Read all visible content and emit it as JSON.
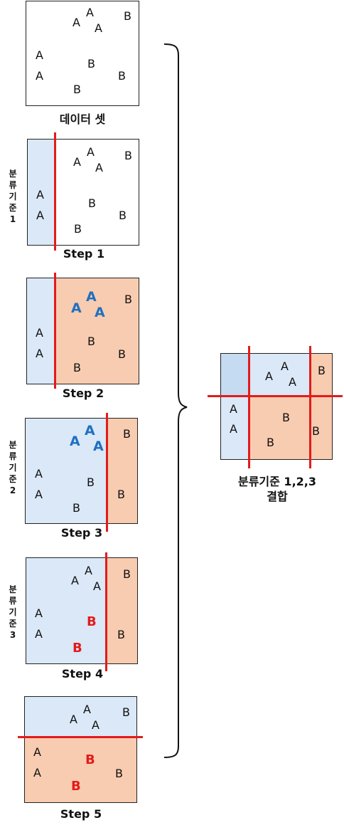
{
  "captions": {
    "dataset": "데이터 셋",
    "step1": "Step 1",
    "step2": "Step 2",
    "step3": "Step 3",
    "step4": "Step 4",
    "step5": "Step 5",
    "combined_line1": "분류기준 1,2,3",
    "combined_line2": "결합"
  },
  "side_labels": {
    "criterion1": "분류기준1",
    "criterion2": "분류기준2",
    "criterion3": "분류기준3"
  },
  "letters": {
    "a": "A",
    "b": "B"
  },
  "colors": {
    "blue_region": "#dae8f7",
    "orange_region": "#f8ccb0",
    "red_line": "#e31b1b",
    "highlight_blue": "#1f70c1",
    "highlight_red": "#e31b1b"
  }
}
